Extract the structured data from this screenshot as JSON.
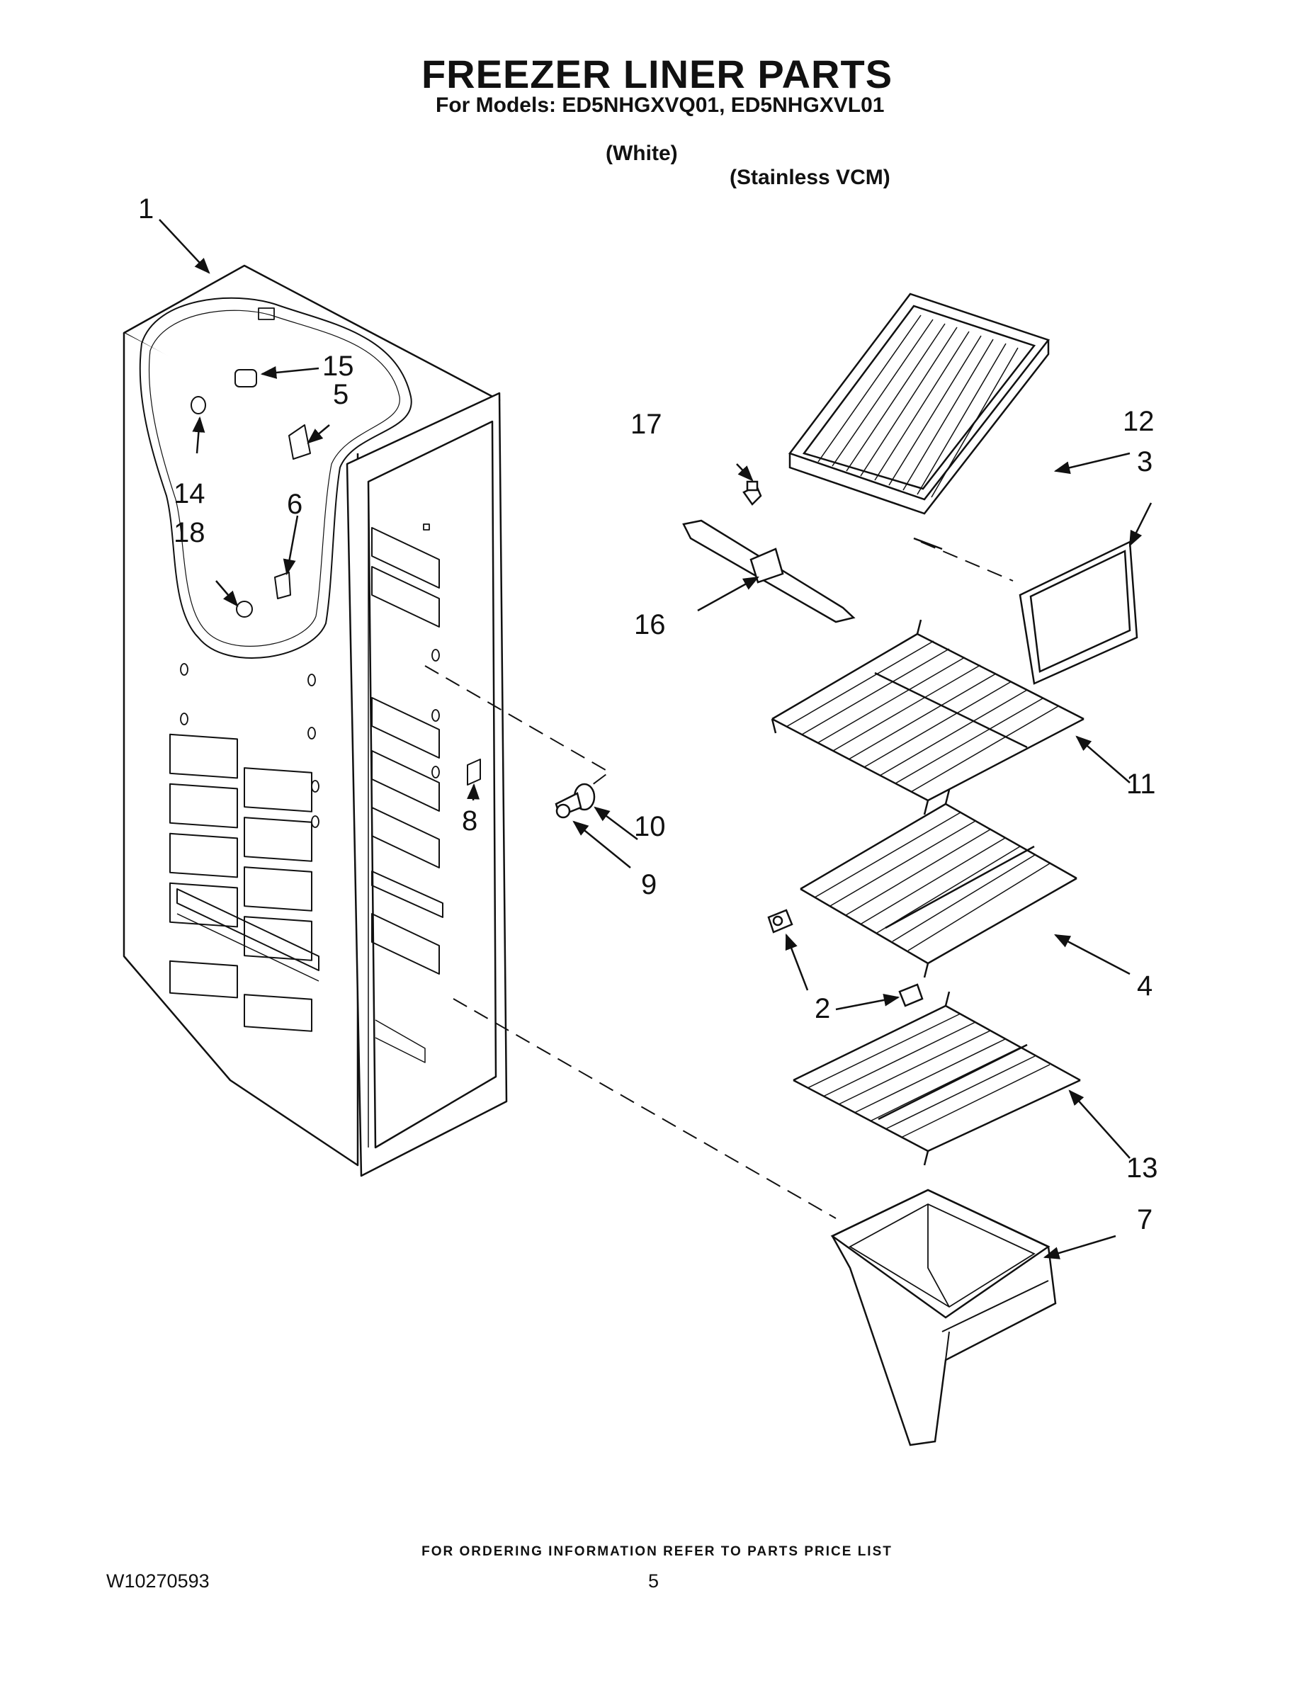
{
  "title": "FREEZER LINER PARTS",
  "models_line": "For Models: ED5NHGXVQ01, ED5NHGXVL01",
  "variant_white": "(White)",
  "variant_stainless": "(Stainless VCM)",
  "callouts": {
    "c1": "1",
    "c2": "2",
    "c3": "3",
    "c4": "4",
    "c5": "5",
    "c6": "6",
    "c7": "7",
    "c8": "8",
    "c9": "9",
    "c10": "10",
    "c11": "11",
    "c12": "12",
    "c13": "13",
    "c14": "14",
    "c15": "15",
    "c16": "16",
    "c17": "17",
    "c18": "18"
  },
  "footer_note": "FOR ORDERING INFORMATION REFER TO PARTS PRICE LIST",
  "doc_number": "W10270593",
  "page_number": "5"
}
